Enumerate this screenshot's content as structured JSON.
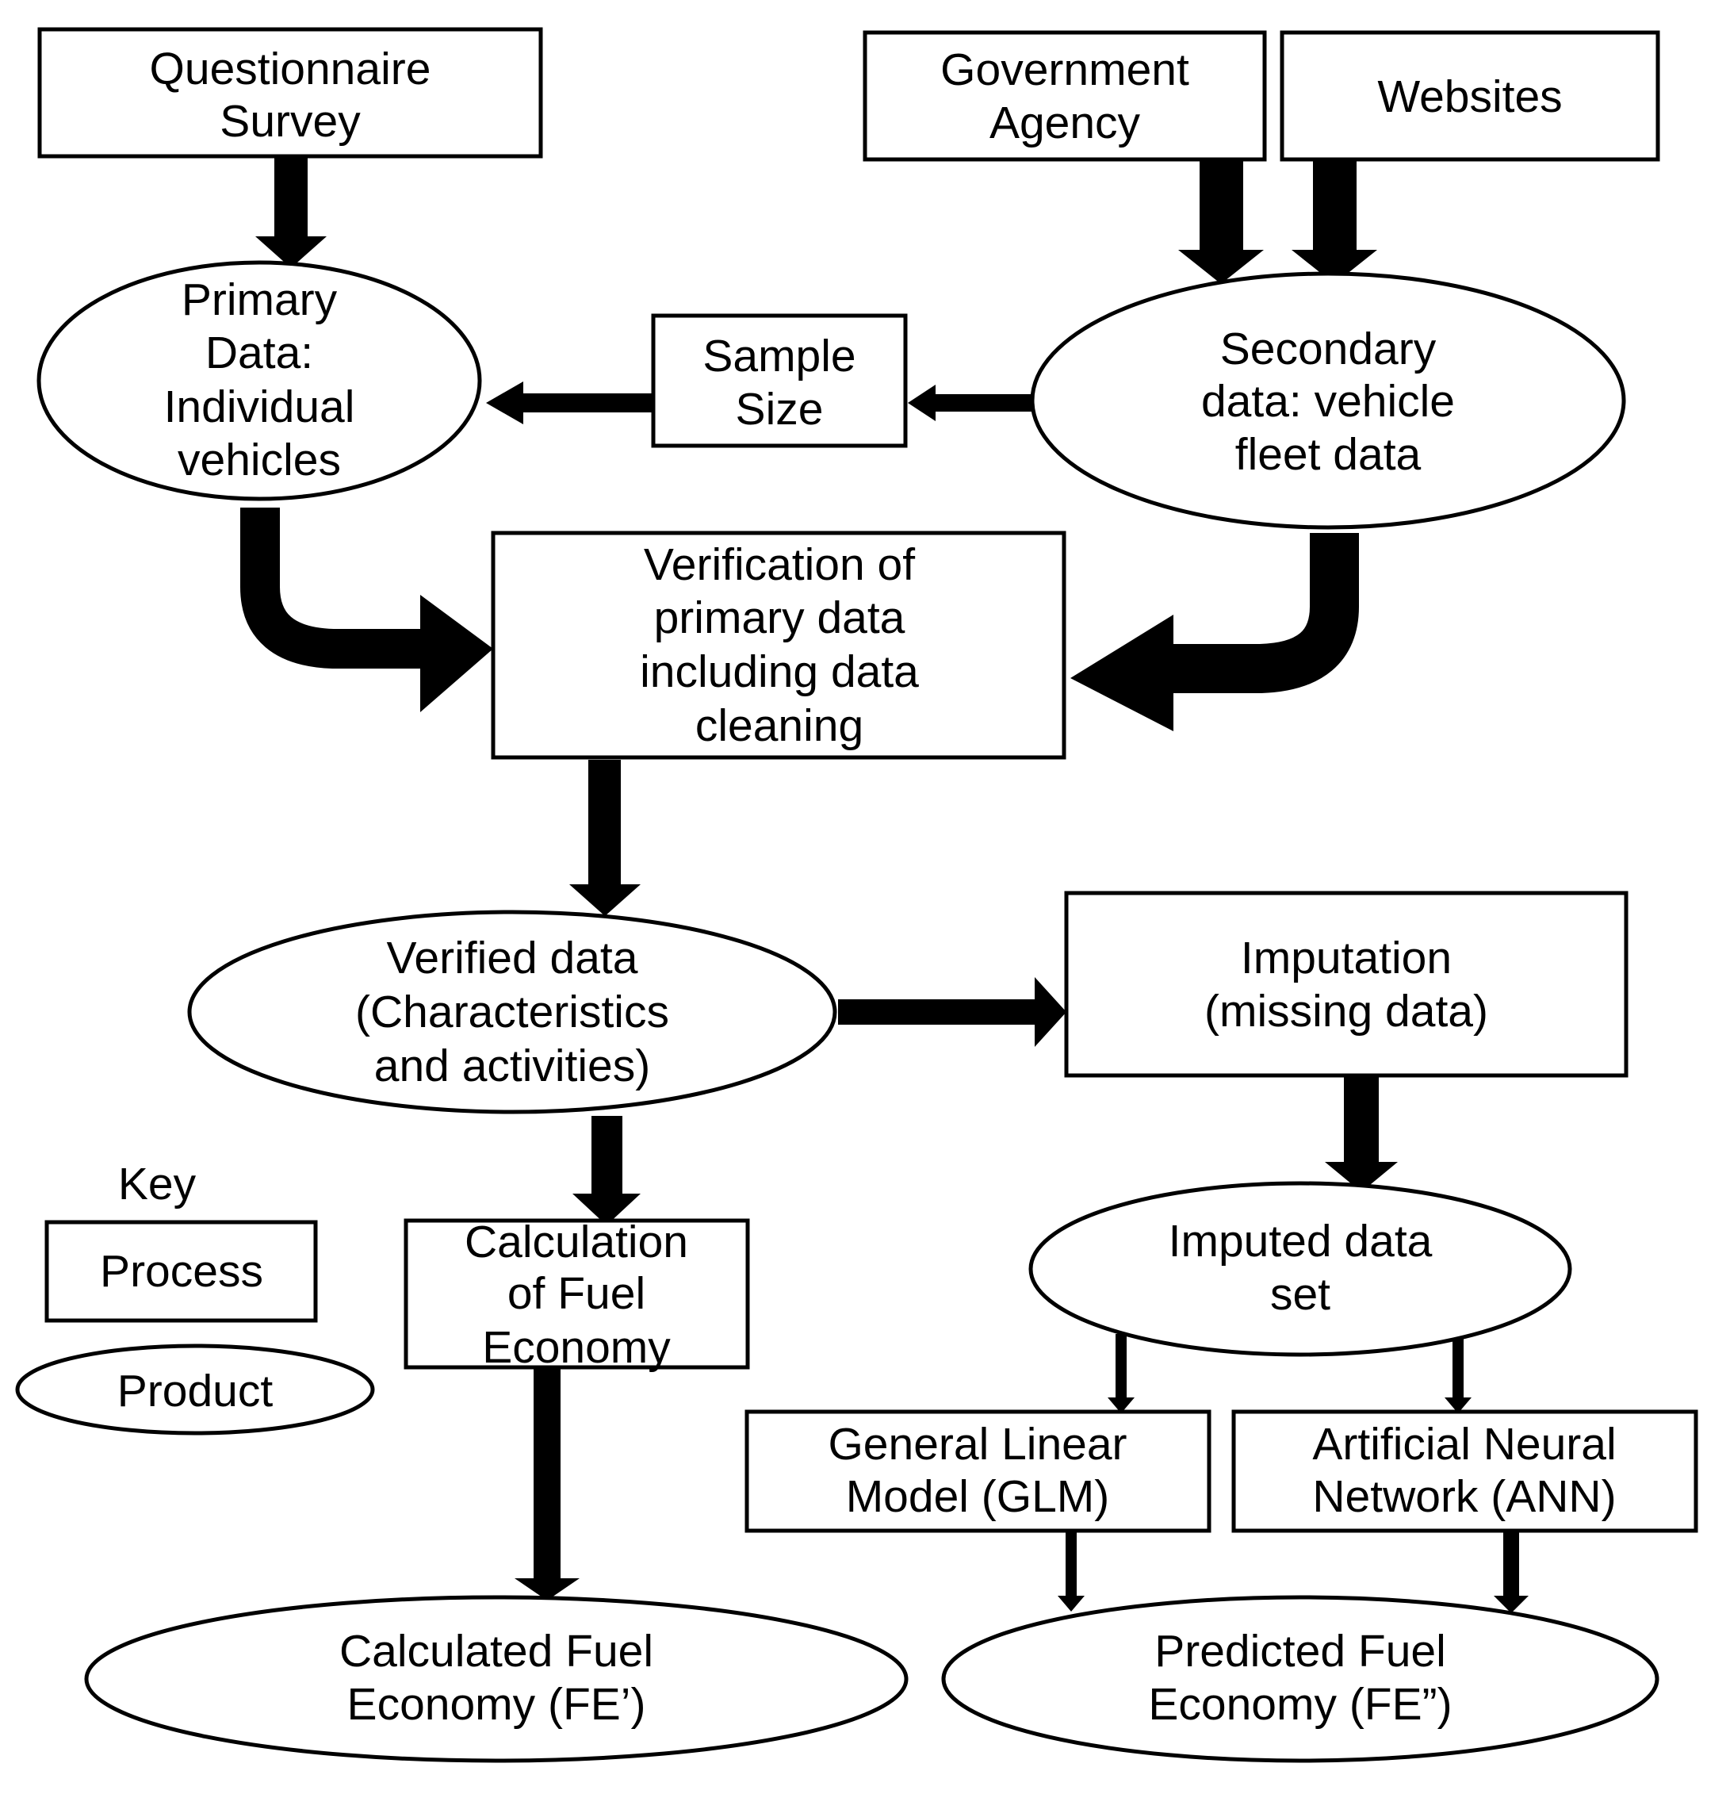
{
  "nodes": {
    "questionnaire": [
      "Questionnaire",
      "Survey"
    ],
    "gov": [
      "Government",
      "Agency"
    ],
    "websites": [
      "Websites"
    ],
    "primary": [
      "Primary",
      "Data:",
      "Individual",
      "vehicles"
    ],
    "sample": [
      "Sample",
      "Size"
    ],
    "secondary": [
      "Secondary",
      "data: vehicle",
      "fleet data"
    ],
    "verification": [
      "Verification of",
      "primary data",
      "including data",
      "cleaning"
    ],
    "verified": [
      "Verified data",
      "(Characteristics",
      "and activities)"
    ],
    "imputation": [
      "Imputation",
      "(missing data)"
    ],
    "calculation": [
      "Calculation",
      "of Fuel",
      "Economy"
    ],
    "imputed": [
      "Imputed data",
      "set"
    ],
    "glm": [
      "General Linear",
      "Model (GLM)"
    ],
    "ann": [
      "Artificial Neural",
      "Network (ANN)"
    ],
    "calculated_fe": [
      "Calculated Fuel",
      "Economy (FE’)"
    ],
    "predicted_fe": [
      "Predicted Fuel",
      "Economy (FE”)"
    ]
  },
  "key": {
    "title": "Key",
    "process": "Process",
    "product": "Product"
  }
}
